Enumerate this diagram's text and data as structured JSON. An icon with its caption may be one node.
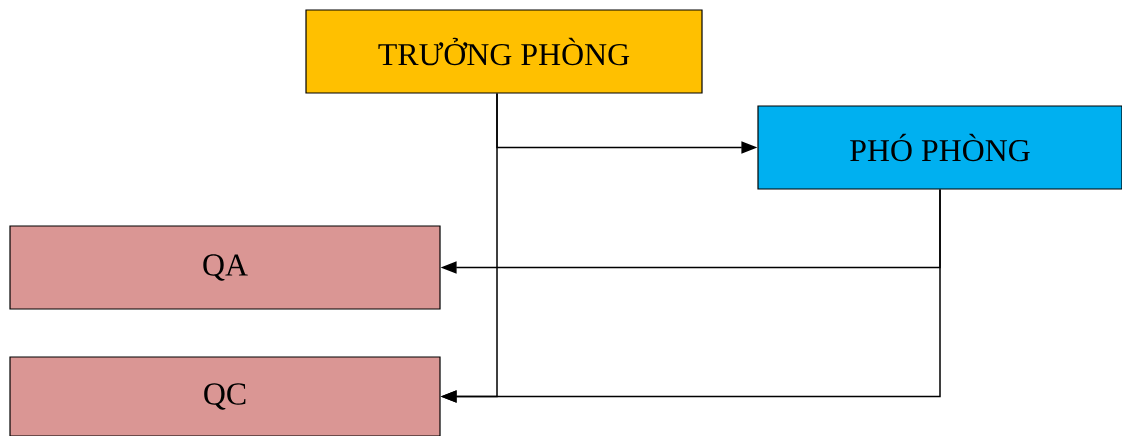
{
  "diagram": {
    "nodes": [
      {
        "text": [
          "TRƯỞNG PHÒNG"
        ]
      },
      {
        "text": [
          "PHÓ PHÒNG"
        ]
      },
      {
        "text": [
          "QA"
        ]
      },
      {
        "text": [
          "QC"
        ]
      }
    ],
    "edges": [
      {
        "from": 0,
        "to": 1,
        "arrow": "to"
      },
      {
        "from": 0,
        "to": 3,
        "arrow": "to"
      },
      {
        "from": 1,
        "to": 2,
        "arrow": "to"
      },
      {
        "from": 1,
        "to": 3,
        "arrow": "to"
      }
    ]
  }
}
